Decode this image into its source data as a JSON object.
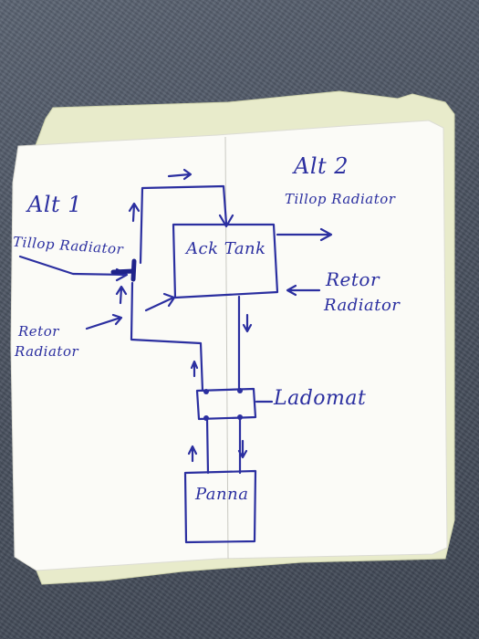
{
  "labels": {
    "alt1": "Alt 1",
    "alt2": "Alt 2",
    "tillop_radiator_left": "Tillop Radiator",
    "tillop_radiator_right": "Tillop Radiator",
    "retor_radiator_left_1": "Retor",
    "retor_radiator_left_2": "Radiator",
    "retor_radiator_right_1": "Retor",
    "retor_radiator_right_2": "Radiator",
    "tank": "Ack Tank",
    "ladomat": "Ladomat",
    "pump": "Panna"
  },
  "colors": {
    "ink": "#2b2fa0",
    "paper": "#fbfbf7",
    "tape": "#e9ecc9",
    "fabric": "#4a5260"
  }
}
